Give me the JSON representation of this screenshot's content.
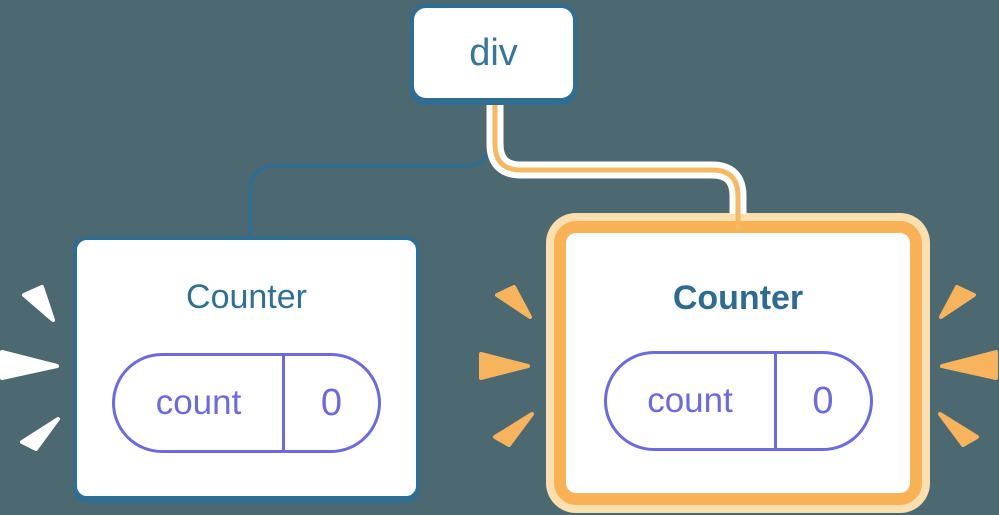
{
  "diagram": {
    "description": "React render tree: a div root with two Counter children; the second Counter is highlighted as re-rendering",
    "root": {
      "label": "div"
    },
    "children": [
      {
        "title": "Counter",
        "state_key": "count",
        "state_value": "0",
        "highlighted": false
      },
      {
        "title": "Counter",
        "state_key": "count",
        "state_value": "0",
        "highlighted": true
      }
    ],
    "colors": {
      "background": "#4C6972",
      "node_border_blue": "#2F6D93",
      "node_text_blue": "#35769C",
      "title_teal": "#2F7097",
      "state_purple": "#6C6AE2",
      "highlight_orange": "#F8B155",
      "highlight_orange_light": "#FCDFAE",
      "connector_orange": "#F8B85F",
      "burst_white": "#FFFFFF",
      "card_white": "#FFFFFF"
    }
  }
}
